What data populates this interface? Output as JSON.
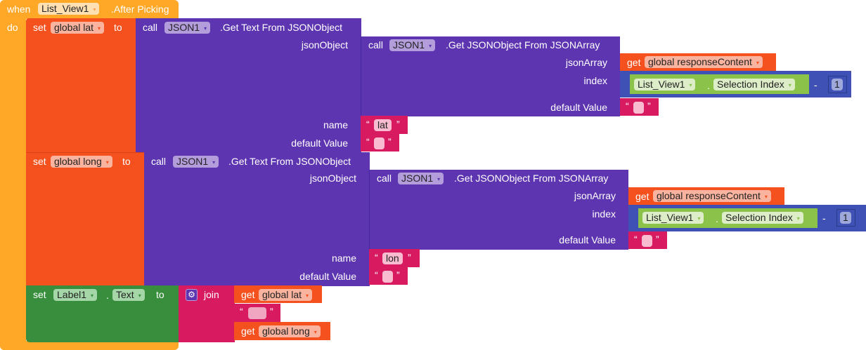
{
  "event": {
    "when": "when",
    "component": "List_View1",
    "event_name": ".After Picking",
    "do": "do"
  },
  "set_lat": {
    "set": "set",
    "var": "global lat",
    "to": "to",
    "call": "call",
    "component": "JSON1",
    "method": ".Get Text From JSONObject",
    "json_object_label": "jsonObject",
    "name_label": "name",
    "default_label": "default Value",
    "name_value": "lat",
    "inner": {
      "call": "call",
      "component": "JSON1",
      "method": ".Get JSONObject From JSONArray",
      "json_array_label": "jsonArray",
      "index_label": "index",
      "default_label": "default Value",
      "get": "get",
      "get_var": "global responseContent",
      "list_component": "List_View1",
      "dot": ".",
      "property": "Selection Index",
      "minus": "-",
      "number": "1"
    }
  },
  "set_long": {
    "set": "set",
    "var": "global long",
    "to": "to",
    "call": "call",
    "component": "JSON1",
    "method": ".Get Text From JSONObject",
    "json_object_label": "jsonObject",
    "name_label": "name",
    "default_label": "default Value",
    "name_value": "lon",
    "inner": {
      "call": "call",
      "component": "JSON1",
      "method": ".Get JSONObject From JSONArray",
      "json_array_label": "jsonArray",
      "index_label": "index",
      "default_label": "default Value",
      "get": "get",
      "get_var": "global responseContent",
      "list_component": "List_View1",
      "dot": ".",
      "property": "Selection Index",
      "minus": "-",
      "number": "1"
    }
  },
  "set_label": {
    "set": "set",
    "component": "Label1",
    "dot": ".",
    "property": "Text",
    "to": "to",
    "join": "join",
    "get": "get",
    "var1": "global lat",
    "var2": "global long"
  },
  "quote_open": "“",
  "quote_close": "”",
  "arrow": "▾"
}
